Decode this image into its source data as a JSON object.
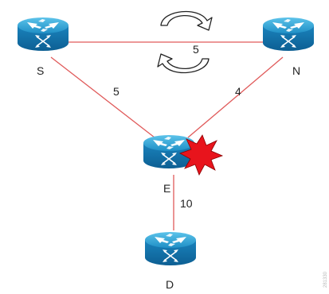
{
  "diagram": {
    "nodes": [
      {
        "id": "S",
        "label": "S",
        "icon": "router-icon"
      },
      {
        "id": "N",
        "label": "N",
        "icon": "router-icon"
      },
      {
        "id": "E",
        "label": "E",
        "icon": "router-icon",
        "status": "failed",
        "status_icon": "explosion-icon"
      },
      {
        "id": "D",
        "label": "D",
        "icon": "router-icon"
      }
    ],
    "links": [
      {
        "from": "S",
        "to": "N",
        "cost": "5",
        "icon": "loop-arrows-icon"
      },
      {
        "from": "S",
        "to": "E",
        "cost": "5"
      },
      {
        "from": "N",
        "to": "E",
        "cost": "4"
      },
      {
        "from": "E",
        "to": "D",
        "cost": "10"
      }
    ],
    "watermark": "281330"
  },
  "colors": {
    "link": "#e05a5a",
    "router_top": "#33a7d6",
    "router_side": "#1473a8",
    "explosion": "#e8141c"
  }
}
